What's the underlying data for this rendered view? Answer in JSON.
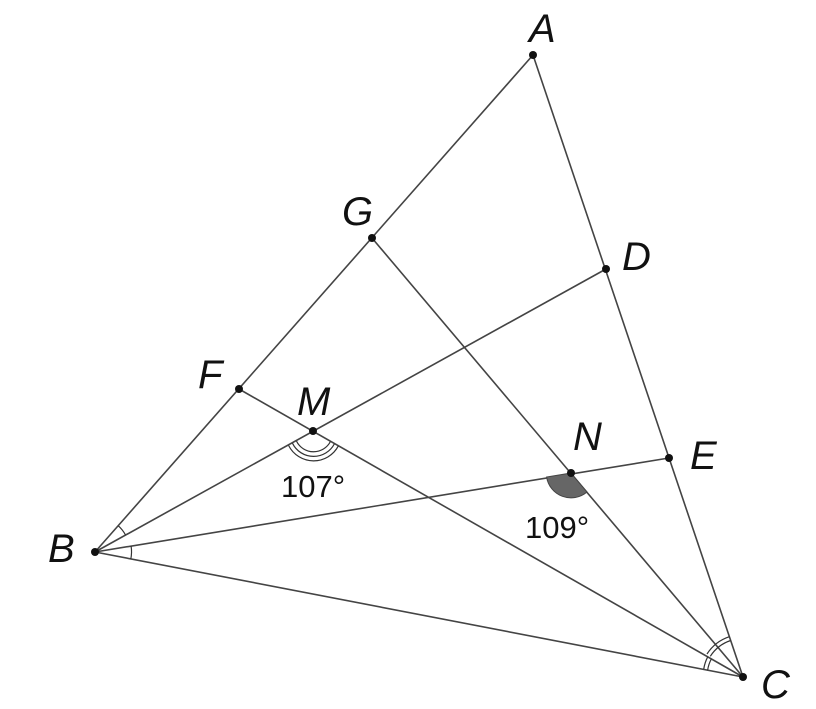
{
  "points": {
    "A": {
      "label": "A"
    },
    "B": {
      "label": "B"
    },
    "C": {
      "label": "C"
    },
    "D": {
      "label": "D"
    },
    "E": {
      "label": "E"
    },
    "F": {
      "label": "F"
    },
    "G": {
      "label": "G"
    },
    "M": {
      "label": "M"
    },
    "N": {
      "label": "N"
    }
  },
  "angles": {
    "BMC": {
      "text": "107°"
    },
    "BNC": {
      "text": "109°"
    }
  },
  "colors": {
    "line": "#444444",
    "point": "#111111",
    "shaded_angle": "#666666"
  }
}
